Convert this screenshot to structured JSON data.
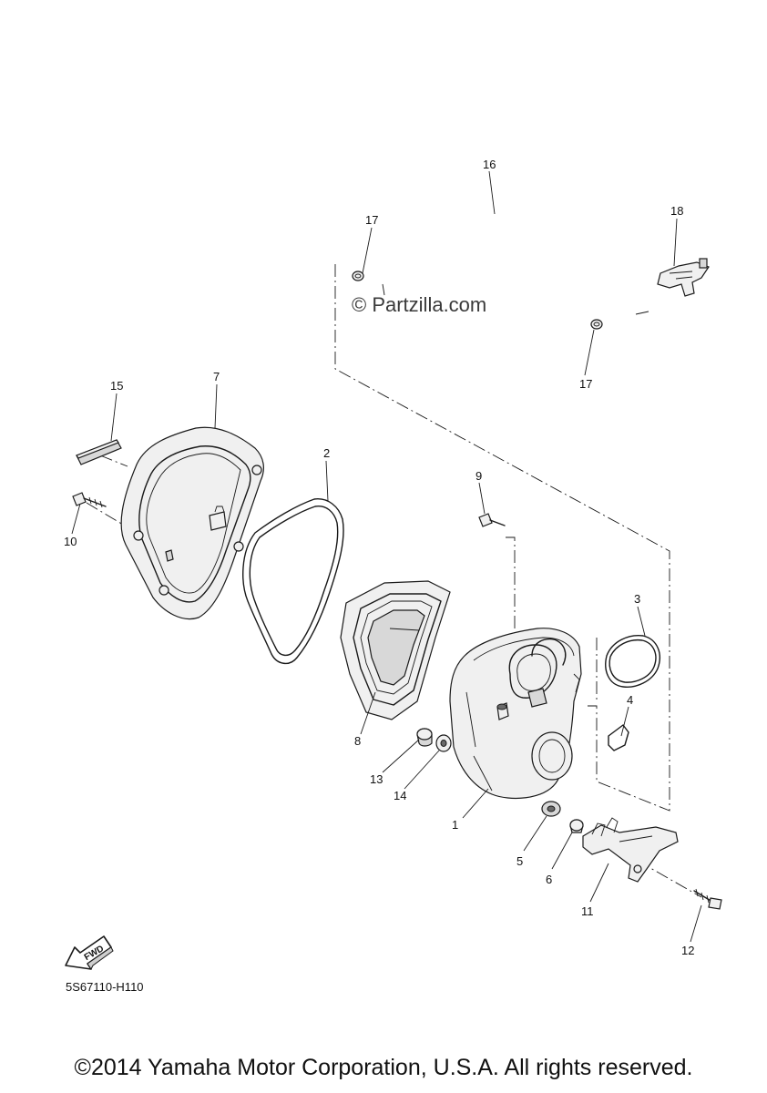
{
  "callouts": {
    "c1": "1",
    "c2": "2",
    "c3": "3",
    "c4": "4",
    "c5": "5",
    "c6": "6",
    "c7": "7",
    "c8": "8",
    "c9": "9",
    "c10": "10",
    "c11": "11",
    "c12": "12",
    "c13": "13",
    "c14": "14",
    "c15": "15",
    "c16": "16",
    "c17a": "17",
    "c17b": "17",
    "c18": "18"
  },
  "watermark": "© Partzilla.com",
  "fwd_label": "FWD",
  "diagram_code": "5S67110-H110",
  "copyright": "©2014 Yamaha Motor Corporation, U.S.A. All rights reserved."
}
